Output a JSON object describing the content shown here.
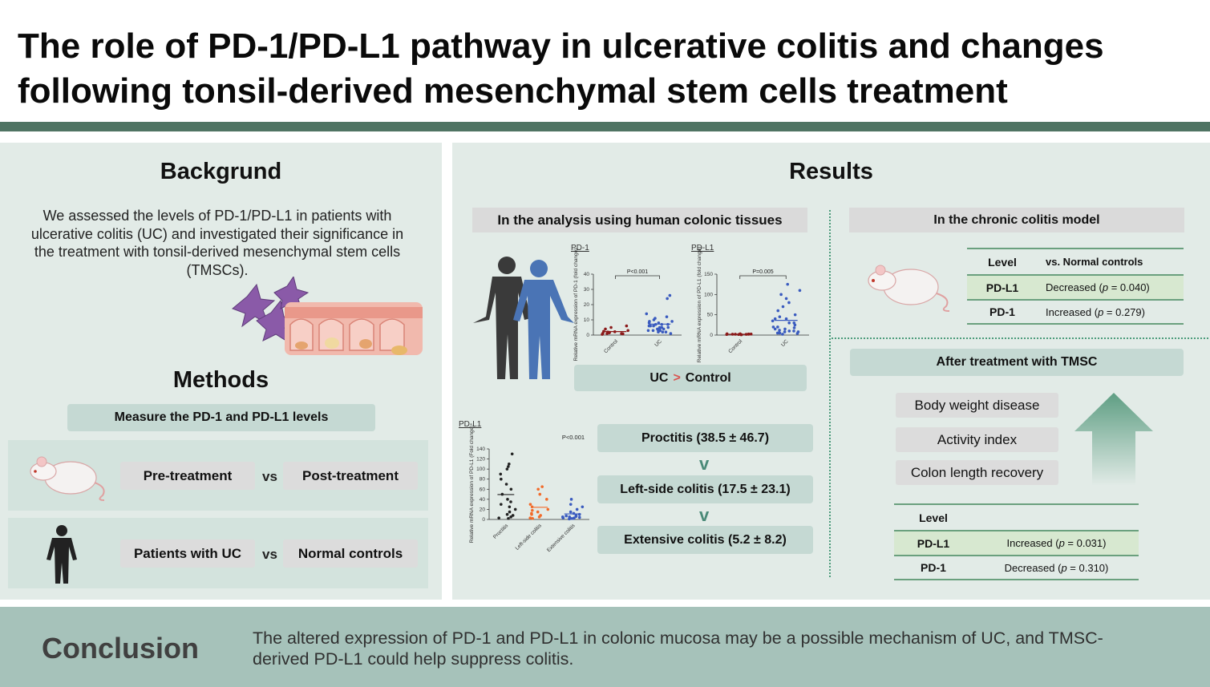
{
  "title": "The role of PD-1/PD-L1 pathway in ulcerative colitis and changes following tonsil-derived mesenchymal stem cells treatment",
  "background": {
    "heading": "Backgrund",
    "text": "We assessed the levels of PD-1/PD-L1 in patients with ulcerative colitis (UC) and investigated their significance in the treatment with tonsil-derived mesenchymal stem cells (TMSCs)."
  },
  "methods": {
    "heading": "Methods",
    "measure": "Measure the PD-1 and PD-L1 levels",
    "rows": [
      {
        "left": "Pre-treatment",
        "vs": "vs",
        "right": "Post-treatment"
      },
      {
        "left": "Patients with UC",
        "vs": "vs",
        "right": "Normal controls"
      }
    ]
  },
  "results": {
    "heading": "Results",
    "human_header": "In the analysis using human colonic tissues",
    "uc_vs_control": {
      "left": "UC",
      "op": ">",
      "right": "Control"
    },
    "severity": [
      "Proctitis (38.5 ± 46.7)",
      "Left-side colitis (17.5 ± 23.1)",
      "Extensive colitis (5.2 ± 8.2)"
    ],
    "chevron": "v",
    "chronic_header": "In the chronic colitis model",
    "chronic_table": {
      "col1": "Level",
      "col2": "vs. Normal controls",
      "rows": [
        {
          "level": "PD-L1",
          "change": "Decreased",
          "p": "(p = 0.040)"
        },
        {
          "level": "PD-1",
          "change": "Increased",
          "p": "(p = 0.279)"
        }
      ]
    },
    "tmsc_header": "After treatment with TMSC",
    "recovery": [
      "Body weight disease",
      "Activity index",
      "Colon length recovery"
    ],
    "tmsc_table": {
      "col1": "Level",
      "rows": [
        {
          "level": "PD-L1",
          "change": "Increased",
          "p": "(p = 0.031)"
        },
        {
          "level": "PD-1",
          "change": "Decreased",
          "p": "(p = 0.310)"
        }
      ]
    }
  },
  "conclusion": {
    "heading": "Conclusion",
    "text": "The altered expression of PD-1 and PD-L1 in colonic mucosa may be a possible mechanism of UC, and TMSC-derived PD-L1 could help suppress colitis."
  },
  "colors": {
    "accent": "#4f7463",
    "panel": "#e2ebe7",
    "pill": "#c5d9d3",
    "control_dots": "#8b1a1a",
    "uc_dots": "#3a5bbf",
    "proctitis_dots": "#222222",
    "leftside_dots": "#f26b2a",
    "extensive_dots": "#3a5bbf"
  },
  "chart_data": [
    {
      "type": "scatter",
      "title": "PD-1",
      "ylabel": "Relative mRNA expression of PD-1 (fold change)",
      "categories": [
        "Control",
        "UC"
      ],
      "yticks": [
        0,
        10,
        20,
        30,
        40
      ],
      "ylim": [
        0,
        40
      ],
      "annotation": "P<0.001",
      "series": [
        {
          "name": "Control",
          "values": [
            0.5,
            1,
            1.2,
            1.5,
            2,
            2.5,
            3,
            4,
            5,
            6,
            1,
            0.8,
            2.2,
            1.8
          ]
        },
        {
          "name": "UC",
          "values": [
            1,
            2,
            3,
            4,
            5,
            6,
            7,
            8,
            9,
            10,
            12,
            14,
            3,
            4,
            5,
            6,
            7,
            2,
            3,
            8,
            9,
            24,
            26,
            11,
            4,
            5,
            6,
            7,
            3,
            2
          ]
        }
      ]
    },
    {
      "type": "scatter",
      "title": "PD-L1",
      "ylabel": "Relative mRNA expression of PD-L1 (fold change)",
      "categories": [
        "Control",
        "UC"
      ],
      "yticks": [
        0,
        50,
        100,
        150
      ],
      "ylim": [
        0,
        150
      ],
      "annotation": "P=0.005",
      "series": [
        {
          "name": "Control",
          "values": [
            1,
            1.5,
            2,
            2.5,
            3,
            2,
            1.5,
            1,
            2,
            3,
            2.5,
            1.8
          ]
        },
        {
          "name": "UC",
          "values": [
            2,
            5,
            8,
            10,
            15,
            20,
            25,
            30,
            35,
            40,
            45,
            50,
            60,
            70,
            80,
            90,
            100,
            110,
            125,
            5,
            10,
            15,
            20,
            12,
            8,
            6,
            4,
            30,
            40,
            18
          ]
        }
      ]
    },
    {
      "type": "scatter",
      "title": "PD-L1",
      "ylabel": "Relative mRNA expression of PD-L1 (Fold change)",
      "categories": [
        "Proctitis",
        "Left-side colitis",
        "Extensive colitis"
      ],
      "yticks": [
        0,
        20,
        40,
        60,
        80,
        100,
        120,
        140
      ],
      "ylim": [
        0,
        140
      ],
      "annotation": "P<0.001",
      "series": [
        {
          "name": "Proctitis",
          "values": [
            2,
            5,
            10,
            15,
            20,
            25,
            30,
            35,
            40,
            50,
            60,
            70,
            80,
            90,
            100,
            105,
            110,
            130,
            3,
            8
          ]
        },
        {
          "name": "Left-side colitis",
          "values": [
            2,
            5,
            8,
            10,
            15,
            20,
            25,
            30,
            40,
            50,
            60,
            65,
            3,
            12,
            18
          ]
        },
        {
          "name": "Extensive colitis",
          "values": [
            1,
            2,
            3,
            4,
            5,
            6,
            8,
            10,
            12,
            15,
            20,
            25,
            30,
            40,
            2,
            3,
            5,
            7
          ]
        }
      ]
    }
  ]
}
